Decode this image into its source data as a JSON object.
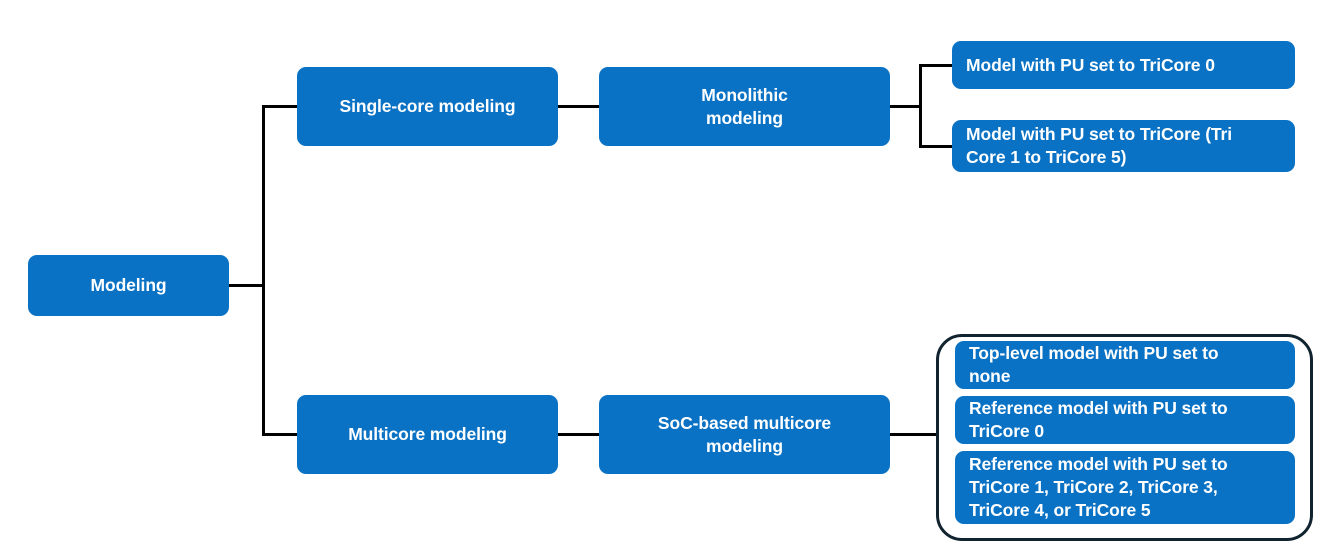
{
  "diagram": {
    "type": "tree",
    "title": "Modeling approaches tree",
    "background_color": "#ffffff",
    "node_color": "#0a72c4",
    "node_text_color": "#ffffff",
    "connector_color": "#000000",
    "group_outline_color": "#10232e",
    "nodes": {
      "root": {
        "label": "Modeling"
      },
      "single_core": {
        "label": "Single-core modeling"
      },
      "multicore": {
        "label": "Multicore modeling"
      },
      "monolithic": {
        "label": "Monolithic\nmodeling"
      },
      "soc_based": {
        "label": "SoC-based multicore\nmodeling"
      },
      "mono_leaf_1": {
        "label": "Model with PU set to TriCore 0"
      },
      "mono_leaf_2": {
        "label": "Model with PU set to TriCore (Tri\nCore 1 to TriCore 5)"
      },
      "soc_leaf_1": {
        "label": "Top-level model with PU set to\nnone"
      },
      "soc_leaf_2": {
        "label": "Reference model with PU set to\nTriCore 0"
      },
      "soc_leaf_3": {
        "label": "Reference model with PU set to\nTriCore 1, TriCore 2, TriCore 3,\nTriCore 4, or TriCore 5"
      }
    }
  }
}
